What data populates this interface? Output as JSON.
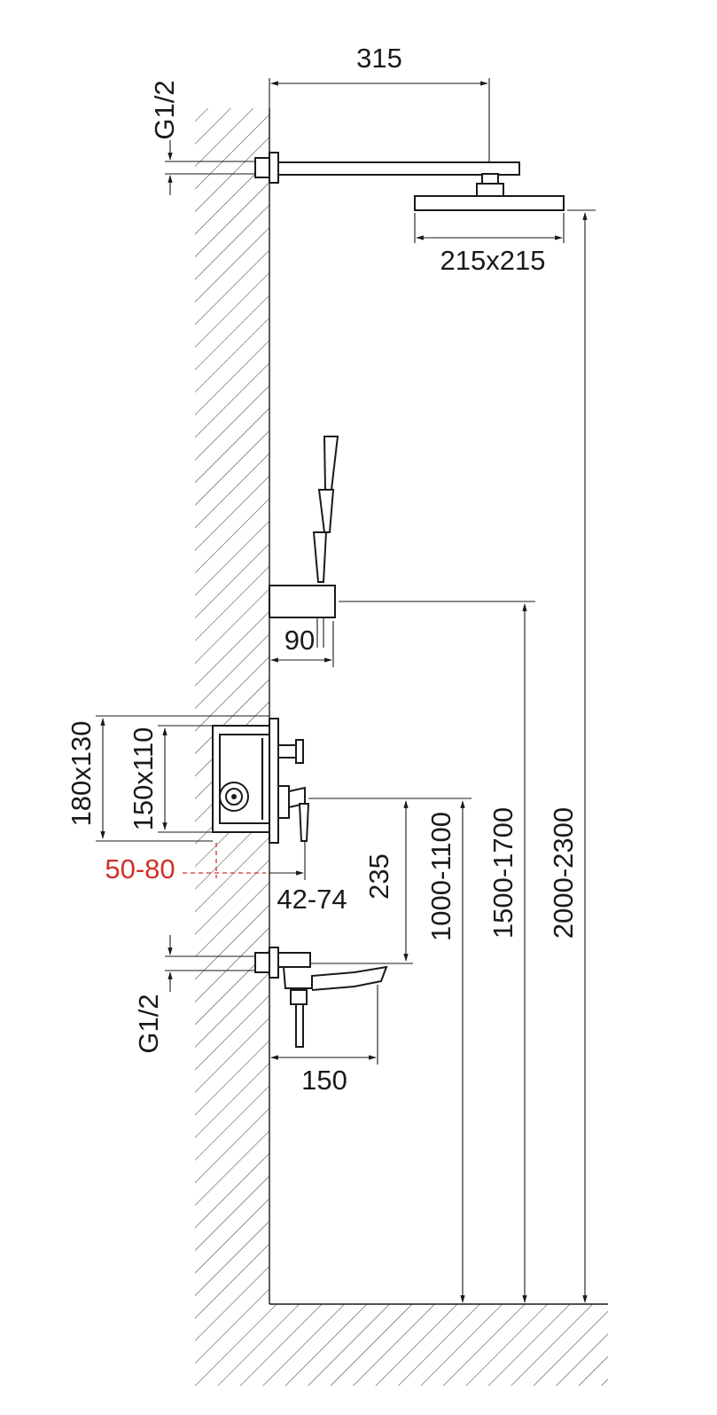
{
  "dimensions": {
    "arm_length": "315",
    "inlet_top": "G1/2",
    "head_size": "215x215",
    "holder_depth": "90",
    "box_outer": "180x130",
    "box_inner": "150x110",
    "wall_depth": "50-80",
    "plate_depth": "42-74",
    "mixer_to_spout": "235",
    "mixer_height": "1000-1100",
    "holder_height": "1500-1700",
    "head_height": "2000-2300",
    "inlet_bottom": "G1/2",
    "spout_length": "150"
  },
  "colors": {
    "line": "#1a1a1a",
    "accent_red": "#d0302a",
    "background": "#ffffff"
  }
}
